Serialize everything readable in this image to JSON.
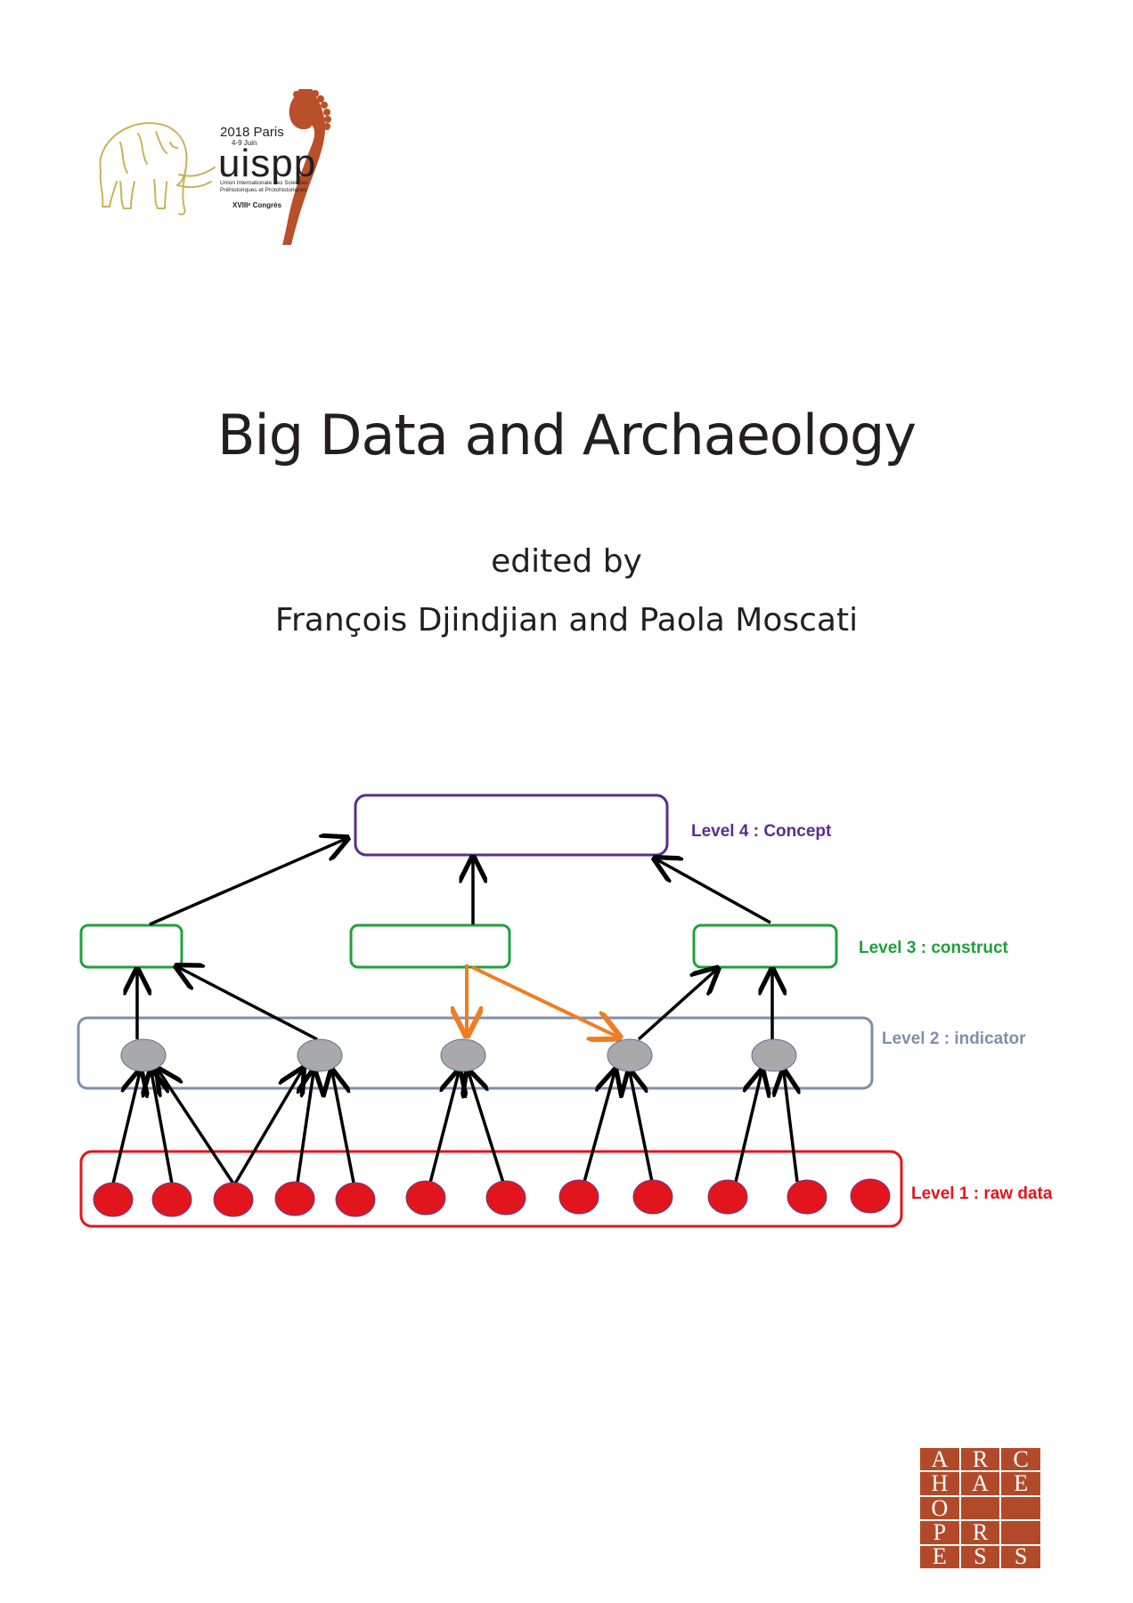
{
  "logo": {
    "year_city": "2018 Paris",
    "dates": "4-9 Juin",
    "name": "uispp",
    "org": "Union Internationale des Sciences Préhistoriques et Protohistoriques",
    "congress": "XVIIIᵉ Congrès",
    "colors": {
      "mammoth": "#c9b35a",
      "crook": "#b8502a"
    }
  },
  "title": "Big Data and Archaeology",
  "edited_by": "edited by",
  "editors": "François Djindjian and Paola Moscati",
  "diagram": {
    "levels": [
      {
        "label": "Level 4 : Concept",
        "color": "#5b2d8e"
      },
      {
        "label": "Level 3 : construct",
        "color": "#1fa03c"
      },
      {
        "label": "Level 2 : indicator",
        "color": "#7f8faa"
      },
      {
        "label": "Level 1 : raw data",
        "color": "#e3151c"
      }
    ],
    "colors": {
      "arrow": "#000000",
      "highlight_arrow": "#ef7d22",
      "node_grey": "#a9a9ab",
      "node_red": "#e3151c"
    }
  },
  "publisher_logo": {
    "cells": [
      "A",
      "R",
      "C",
      "H",
      "A",
      "E",
      "O",
      "P",
      "R",
      "E",
      "S",
      "S"
    ],
    "color": "#b24a2a"
  }
}
